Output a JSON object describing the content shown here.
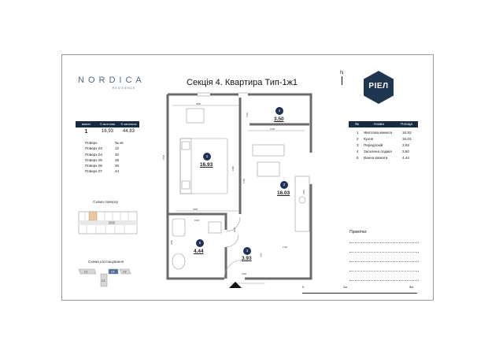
{
  "brand_logo": {
    "word": "NORDICA",
    "sub": "RESIDENCE"
  },
  "title": "Секція 4. Квартира Тип-1ж1",
  "north_label": "N",
  "developer_badge": "РІЕЛ",
  "spec": {
    "headers": [
      "кімнат",
      "S житлова",
      "S загальна"
    ],
    "values": [
      "1",
      "16,93",
      "44,83"
    ]
  },
  "floors": {
    "headers": [
      "Поверх",
      "№ кв"
    ],
    "rows": [
      [
        "Поверх 03",
        "12"
      ],
      [
        "Поверх 04",
        "20"
      ],
      [
        "Поверх 05",
        "28"
      ],
      [
        "Поверх 06",
        "36"
      ],
      [
        "Поверх 07",
        "44"
      ]
    ]
  },
  "floor_scheme_label": "Схема поверху",
  "site_scheme_label": "Схема розташування",
  "site_blocks": [
    "С1",
    "С4",
    "С3",
    "С2"
  ],
  "plan": {
    "rooms": [
      {
        "num": "1",
        "area": "16.93"
      },
      {
        "num": "2",
        "area": "16.03"
      },
      {
        "num": "3",
        "area": "3.93"
      },
      {
        "num": "4",
        "area": "3.50"
      },
      {
        "num": "5",
        "area": "4.44"
      }
    ],
    "dims": {
      "top": "3880",
      "balcony": "2700",
      "left": "3745",
      "mid": "3480",
      "inner": "5700",
      "right": "3450",
      "bath_w": "1900",
      "hall": "2290",
      "corridor": "3020",
      "bath_h": "2250",
      "bottom": "2360",
      "small1": "1700",
      "small2": "940",
      "balc_h": "1130"
    },
    "colors": {
      "wall": "#6b6b6b",
      "badge": "#1f3357"
    }
  },
  "rooms_table": {
    "headers": [
      "№",
      "Назва",
      "Площа"
    ],
    "rows": [
      [
        "1",
        "Житлова кімната",
        "16.93"
      ],
      [
        "2",
        "Кухня",
        "16.03"
      ],
      [
        "3",
        "Передпокій",
        "3.93"
      ],
      [
        "4",
        "Засклена лоджія",
        "3.50"
      ],
      [
        "5",
        "Ванна кімната",
        "4.44"
      ]
    ]
  },
  "notes_label": "Примітки:",
  "scale_labels": [
    "0",
    "2м",
    "5м"
  ],
  "accent_color": "#172a44"
}
